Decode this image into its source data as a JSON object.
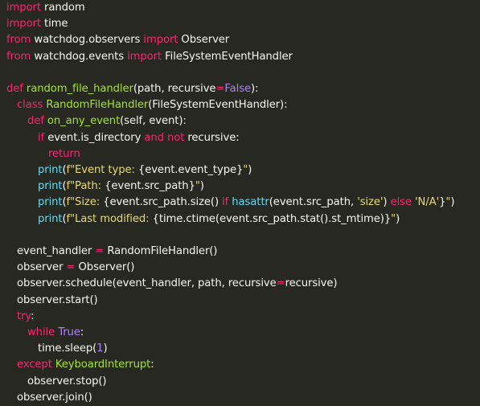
{
  "editor": {
    "theme": "monokai",
    "colors": {
      "background": "#272822",
      "plain": "#f8f8f2",
      "keyword": "#f92672",
      "function": "#a6e22e",
      "string": "#e6db74",
      "builtin": "#66d9ef",
      "number": "#ae81ff",
      "argument": "#fd971f"
    },
    "lines": [
      {
        "indent": 0,
        "tokens": [
          {
            "t": "import",
            "c": "kw"
          },
          {
            "t": " random",
            "c": "pl"
          }
        ]
      },
      {
        "indent": 0,
        "tokens": [
          {
            "t": "import",
            "c": "kw"
          },
          {
            "t": " time",
            "c": "pl"
          }
        ]
      },
      {
        "indent": 0,
        "tokens": [
          {
            "t": "from",
            "c": "kw"
          },
          {
            "t": " watchdog.observers ",
            "c": "pl"
          },
          {
            "t": "import",
            "c": "kw"
          },
          {
            "t": " Observer",
            "c": "pl"
          }
        ]
      },
      {
        "indent": 0,
        "tokens": [
          {
            "t": "from",
            "c": "kw"
          },
          {
            "t": " watchdog.events ",
            "c": "pl"
          },
          {
            "t": "import",
            "c": "kw"
          },
          {
            "t": " FileSystemEventHandler",
            "c": "pl"
          }
        ]
      },
      {
        "indent": 0,
        "tokens": []
      },
      {
        "indent": 0,
        "tokens": [
          {
            "t": "def",
            "c": "kw"
          },
          {
            "t": " ",
            "c": "pl"
          },
          {
            "t": "random_file_handler",
            "c": "fn"
          },
          {
            "t": "(path, recursive",
            "c": "pl"
          },
          {
            "t": "=",
            "c": "op"
          },
          {
            "t": "False",
            "c": "nm"
          },
          {
            "t": "):",
            "c": "pl"
          }
        ]
      },
      {
        "indent": 1,
        "tokens": [
          {
            "t": "class",
            "c": "kw"
          },
          {
            "t": " ",
            "c": "pl"
          },
          {
            "t": "RandomFileHandler",
            "c": "cl"
          },
          {
            "t": "(FileSystemEventHandler):",
            "c": "pl"
          }
        ]
      },
      {
        "indent": 2,
        "tokens": [
          {
            "t": "def",
            "c": "kw"
          },
          {
            "t": " ",
            "c": "pl"
          },
          {
            "t": "on_any_event",
            "c": "fn"
          },
          {
            "t": "(self, event):",
            "c": "pl"
          }
        ]
      },
      {
        "indent": 3,
        "tokens": [
          {
            "t": "if",
            "c": "kw"
          },
          {
            "t": " event.is_directory ",
            "c": "pl"
          },
          {
            "t": "and",
            "c": "kw"
          },
          {
            "t": " ",
            "c": "pl"
          },
          {
            "t": "not",
            "c": "kw"
          },
          {
            "t": " recursive:",
            "c": "pl"
          }
        ]
      },
      {
        "indent": 4,
        "tokens": [
          {
            "t": "return",
            "c": "kw"
          }
        ]
      },
      {
        "indent": 3,
        "tokens": [
          {
            "t": "print",
            "c": "bi"
          },
          {
            "t": "(",
            "c": "pl"
          },
          {
            "t": "f\"Event type: ",
            "c": "st"
          },
          {
            "t": "{event.event_type}",
            "c": "pl"
          },
          {
            "t": "\"",
            "c": "st"
          },
          {
            "t": ")",
            "c": "pl"
          }
        ]
      },
      {
        "indent": 3,
        "tokens": [
          {
            "t": "print",
            "c": "bi"
          },
          {
            "t": "(",
            "c": "pl"
          },
          {
            "t": "f\"Path: ",
            "c": "st"
          },
          {
            "t": "{event.src_path}",
            "c": "pl"
          },
          {
            "t": "\"",
            "c": "st"
          },
          {
            "t": ")",
            "c": "pl"
          }
        ]
      },
      {
        "indent": 3,
        "tokens": [
          {
            "t": "print",
            "c": "bi"
          },
          {
            "t": "(",
            "c": "pl"
          },
          {
            "t": "f\"Size: ",
            "c": "st"
          },
          {
            "t": "{event.src_path.size() ",
            "c": "pl"
          },
          {
            "t": "if",
            "c": "kw"
          },
          {
            "t": " ",
            "c": "pl"
          },
          {
            "t": "hasattr",
            "c": "bi"
          },
          {
            "t": "(event.src_path, ",
            "c": "pl"
          },
          {
            "t": "'size'",
            "c": "st"
          },
          {
            "t": ") ",
            "c": "pl"
          },
          {
            "t": "else",
            "c": "kw"
          },
          {
            "t": " ",
            "c": "pl"
          },
          {
            "t": "'N/A'",
            "c": "st"
          },
          {
            "t": "}",
            "c": "pl"
          },
          {
            "t": "\"",
            "c": "st"
          },
          {
            "t": ")",
            "c": "pl"
          }
        ]
      },
      {
        "indent": 3,
        "tokens": [
          {
            "t": "print",
            "c": "bi"
          },
          {
            "t": "(",
            "c": "pl"
          },
          {
            "t": "f\"Last modified: ",
            "c": "st"
          },
          {
            "t": "{time.ctime(event.src_path.stat().st_mtime)}",
            "c": "pl"
          },
          {
            "t": "\"",
            "c": "st"
          },
          {
            "t": ")",
            "c": "pl"
          }
        ]
      },
      {
        "indent": 0,
        "tokens": []
      },
      {
        "indent": 1,
        "tokens": [
          {
            "t": "event_handler ",
            "c": "pl"
          },
          {
            "t": "=",
            "c": "op"
          },
          {
            "t": " RandomFileHandler()",
            "c": "pl"
          }
        ]
      },
      {
        "indent": 1,
        "tokens": [
          {
            "t": "observer ",
            "c": "pl"
          },
          {
            "t": "=",
            "c": "op"
          },
          {
            "t": " Observer()",
            "c": "pl"
          }
        ]
      },
      {
        "indent": 1,
        "tokens": [
          {
            "t": "observer.schedule(event_handler, path, recursive",
            "c": "pl"
          },
          {
            "t": "=",
            "c": "op"
          },
          {
            "t": "recursive)",
            "c": "pl"
          }
        ]
      },
      {
        "indent": 1,
        "tokens": [
          {
            "t": "observer.start()",
            "c": "pl"
          }
        ]
      },
      {
        "indent": 1,
        "tokens": [
          {
            "t": "try",
            "c": "kw"
          },
          {
            "t": ":",
            "c": "pl"
          }
        ]
      },
      {
        "indent": 2,
        "tokens": [
          {
            "t": "while",
            "c": "kw"
          },
          {
            "t": " ",
            "c": "pl"
          },
          {
            "t": "True",
            "c": "nm"
          },
          {
            "t": ":",
            "c": "pl"
          }
        ]
      },
      {
        "indent": 3,
        "tokens": [
          {
            "t": "time.sleep(",
            "c": "pl"
          },
          {
            "t": "1",
            "c": "nm"
          },
          {
            "t": ")",
            "c": "pl"
          }
        ]
      },
      {
        "indent": 1,
        "tokens": [
          {
            "t": "except",
            "c": "kw"
          },
          {
            "t": " ",
            "c": "pl"
          },
          {
            "t": "KeyboardInterrupt",
            "c": "cl"
          },
          {
            "t": ":",
            "c": "pl"
          }
        ]
      },
      {
        "indent": 2,
        "tokens": [
          {
            "t": "observer.stop()",
            "c": "pl"
          }
        ]
      },
      {
        "indent": 1,
        "tokens": [
          {
            "t": "observer.join()",
            "c": "pl"
          }
        ]
      }
    ]
  }
}
